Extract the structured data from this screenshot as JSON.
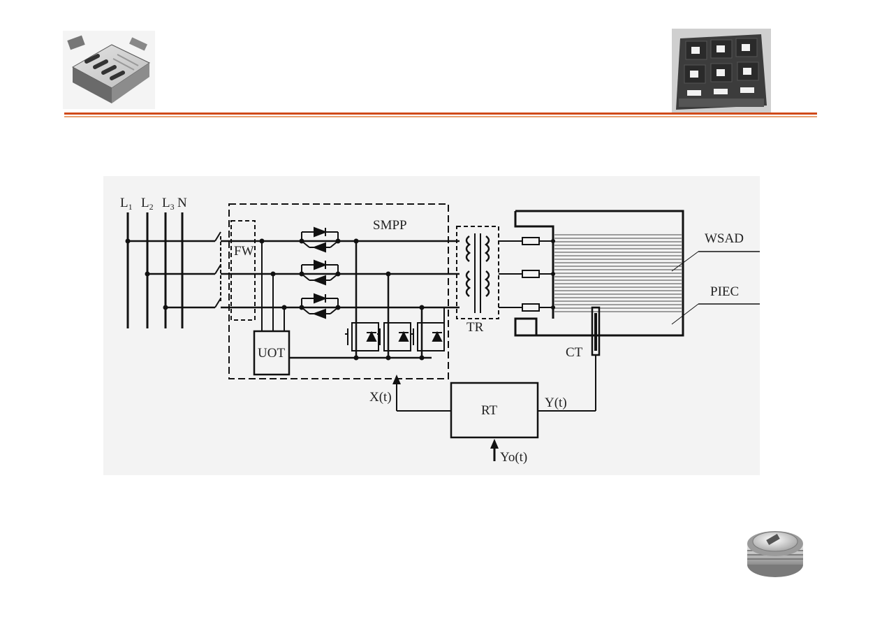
{
  "colors": {
    "rule_primary": "#d04a1a",
    "rule_secondary": "#e8a070",
    "panel_bg": "#f3f3f3",
    "line": "#111111"
  },
  "diagram": {
    "lines": {
      "l1": {
        "main": "L",
        "sub": "1"
      },
      "l2": {
        "main": "L",
        "sub": "2"
      },
      "l3": {
        "main": "L",
        "sub": "3"
      },
      "n": "N"
    },
    "blocks": {
      "fw": "FW",
      "smpp": "SMPP",
      "uot": "UOT",
      "tr": "TR",
      "rt": "RT",
      "ct": "CT",
      "wsad": "WSAD",
      "piec": "PIEC"
    },
    "signals": {
      "x": "X(t)",
      "y": "Y(t)",
      "yo": "Yo(t)"
    }
  },
  "icons": {
    "top_left": "igbt-module-photo-icon",
    "top_right": "power-module-photo-icon",
    "bottom_right": "press-pack-thyristor-photo-icon"
  }
}
